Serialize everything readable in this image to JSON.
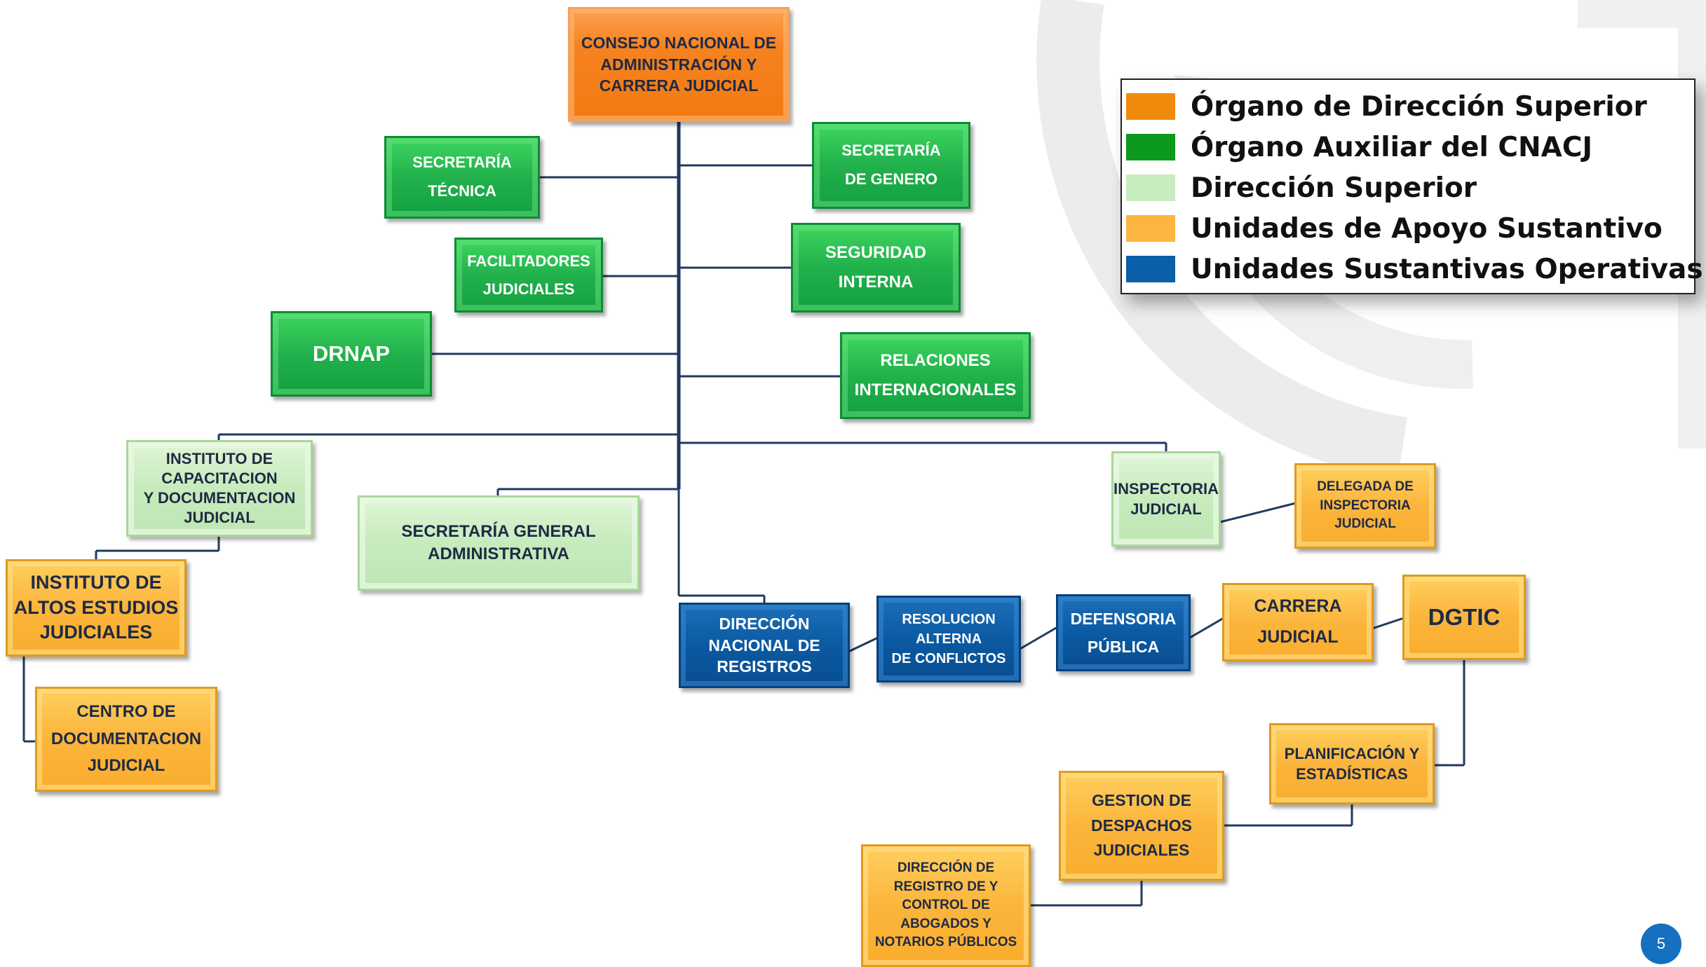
{
  "nodes": {
    "consejo": "CONSEJO NACIONAL DE\nADMINISTRACIÓN Y\nCARRERA JUDICIAL",
    "secretaria_tecnica": "SECRETARÍA\nTÉCNICA",
    "secretaria_genero": "SECRETARÍA\nDE GENERO",
    "facilitadores": "FACILITADORES\nJUDICIALES",
    "seguridad": "SEGURIDAD\nINTERNA",
    "drnap": "DRNAP",
    "relaciones": "RELACIONES\nINTERNACIONALES",
    "instituto_capacitacion": "INSTITUTO DE\nCAPACITACION\nY DOCUMENTACION\nJUDICIAL",
    "secretaria_general": "SECRETARÍA GENERAL\nADMINISTRATIVA",
    "inspectoria": "INSPECTORIA\nJUDICIAL",
    "delegada": "DELEGADA DE\nINSPECTORIA\nJUDICIAL",
    "instituto_altos": "INSTITUTO  DE\nALTOS ESTUDIOS\nJUDICIALES",
    "centro_doc": "CENTRO DE\nDOCUMENTACION\nJUDICIAL",
    "direccion_registros": "DIRECCIÓN\nNACIONAL DE\nREGISTROS",
    "resolucion": "RESOLUCION\nALTERNA\nDE CONFLICTOS",
    "defensoria": "DEFENSORIA\nPÚBLICA",
    "carrera": "CARRERA\nJUDICIAL",
    "dgtic": "DGTIC",
    "planificacion": "PLANIFICACIÓN Y\nESTADÍSTICAS",
    "gestion": "GESTION DE\nDESPACHOS\nJUDICIALES",
    "direccion_abogados": "DIRECCIÓN DE\nREGISTRO DE Y\nCONTROL  DE\nABOGADOS Y\nNOTARIOS PÚBLICOS"
  },
  "legend": {
    "items": [
      {
        "label": "Órgano de Dirección Superior",
        "color": "#f08a0c"
      },
      {
        "label": "Órgano Auxiliar del CNACJ",
        "color": "#0c9a1e"
      },
      {
        "label": "Dirección Superior",
        "color": "#c8ecc0"
      },
      {
        "label": "Unidades de Apoyo Sustantivo",
        "color": "#fbb540"
      },
      {
        "label": "Unidades Sustantivas Operativas",
        "color": "#0b5ea8"
      }
    ]
  },
  "colors": {
    "connector": "#1f3a5f",
    "watermark": "#ececec"
  },
  "page_number": "5"
}
